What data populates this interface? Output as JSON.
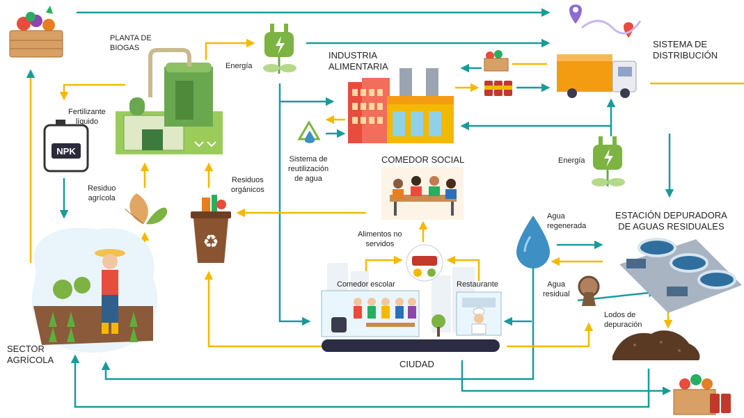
{
  "labels": {
    "planta_biogas": "PLANTA DE\nBIOGAS",
    "energia_1": "Energía",
    "industria": "INDUSTRIA\nALIMENTARIA",
    "sistema_distribucion": "SISTEMA DE\nDISTRIBUCIÓN",
    "fertilizante": "Fertilizante\nlíquido",
    "npk": "NPK",
    "residuo_agricola": "Residuo\nagrícola",
    "residuos_organicos": "Residuos\norgánicos",
    "reutilizacion_agua": "Sistema de\nreutilización\nde agua",
    "comedor_social": "COMEDOR SOCIAL",
    "energia_2": "Energía",
    "edar": "ESTACIÓN DEPURADORA\nDE AGUAS RESIDUALES",
    "agua_regenerada": "Agua\nregenerada",
    "alimentos_no_servidos": "Alimentos no\nservidos",
    "comedor_escolar": "Comedor escolar",
    "restaurante": "Restaurante",
    "agua_residual": "Agua\nresidual",
    "lodos": "Lodos de\ndepuración",
    "sector_agricola": "SECTOR\nAGRÍCOLA",
    "ciudad": "CIUDAD"
  },
  "colors": {
    "teal": "#1a9a9a",
    "yellow": "#f5b800",
    "green": "#6aa84f",
    "dark_green": "#3d7a3d",
    "orange": "#f39c12",
    "brown": "#7b4a2a",
    "water_blue": "#3d8fc4"
  },
  "icons": [
    "vegetable-crate-icon",
    "biogas-plant-icon",
    "energy-plug-icon",
    "factory-icon",
    "delivery-truck-icon",
    "npk-bottle-icon",
    "leaf-icon",
    "recycle-bin-icon",
    "water-recycle-icon",
    "dining-people-icon",
    "water-drop-icon",
    "wastewater-plant-icon",
    "farmer-icon",
    "city-icon",
    "sludge-pile-icon",
    "food-plate-icon",
    "school-canteen-icon",
    "restaurant-chef-icon"
  ]
}
